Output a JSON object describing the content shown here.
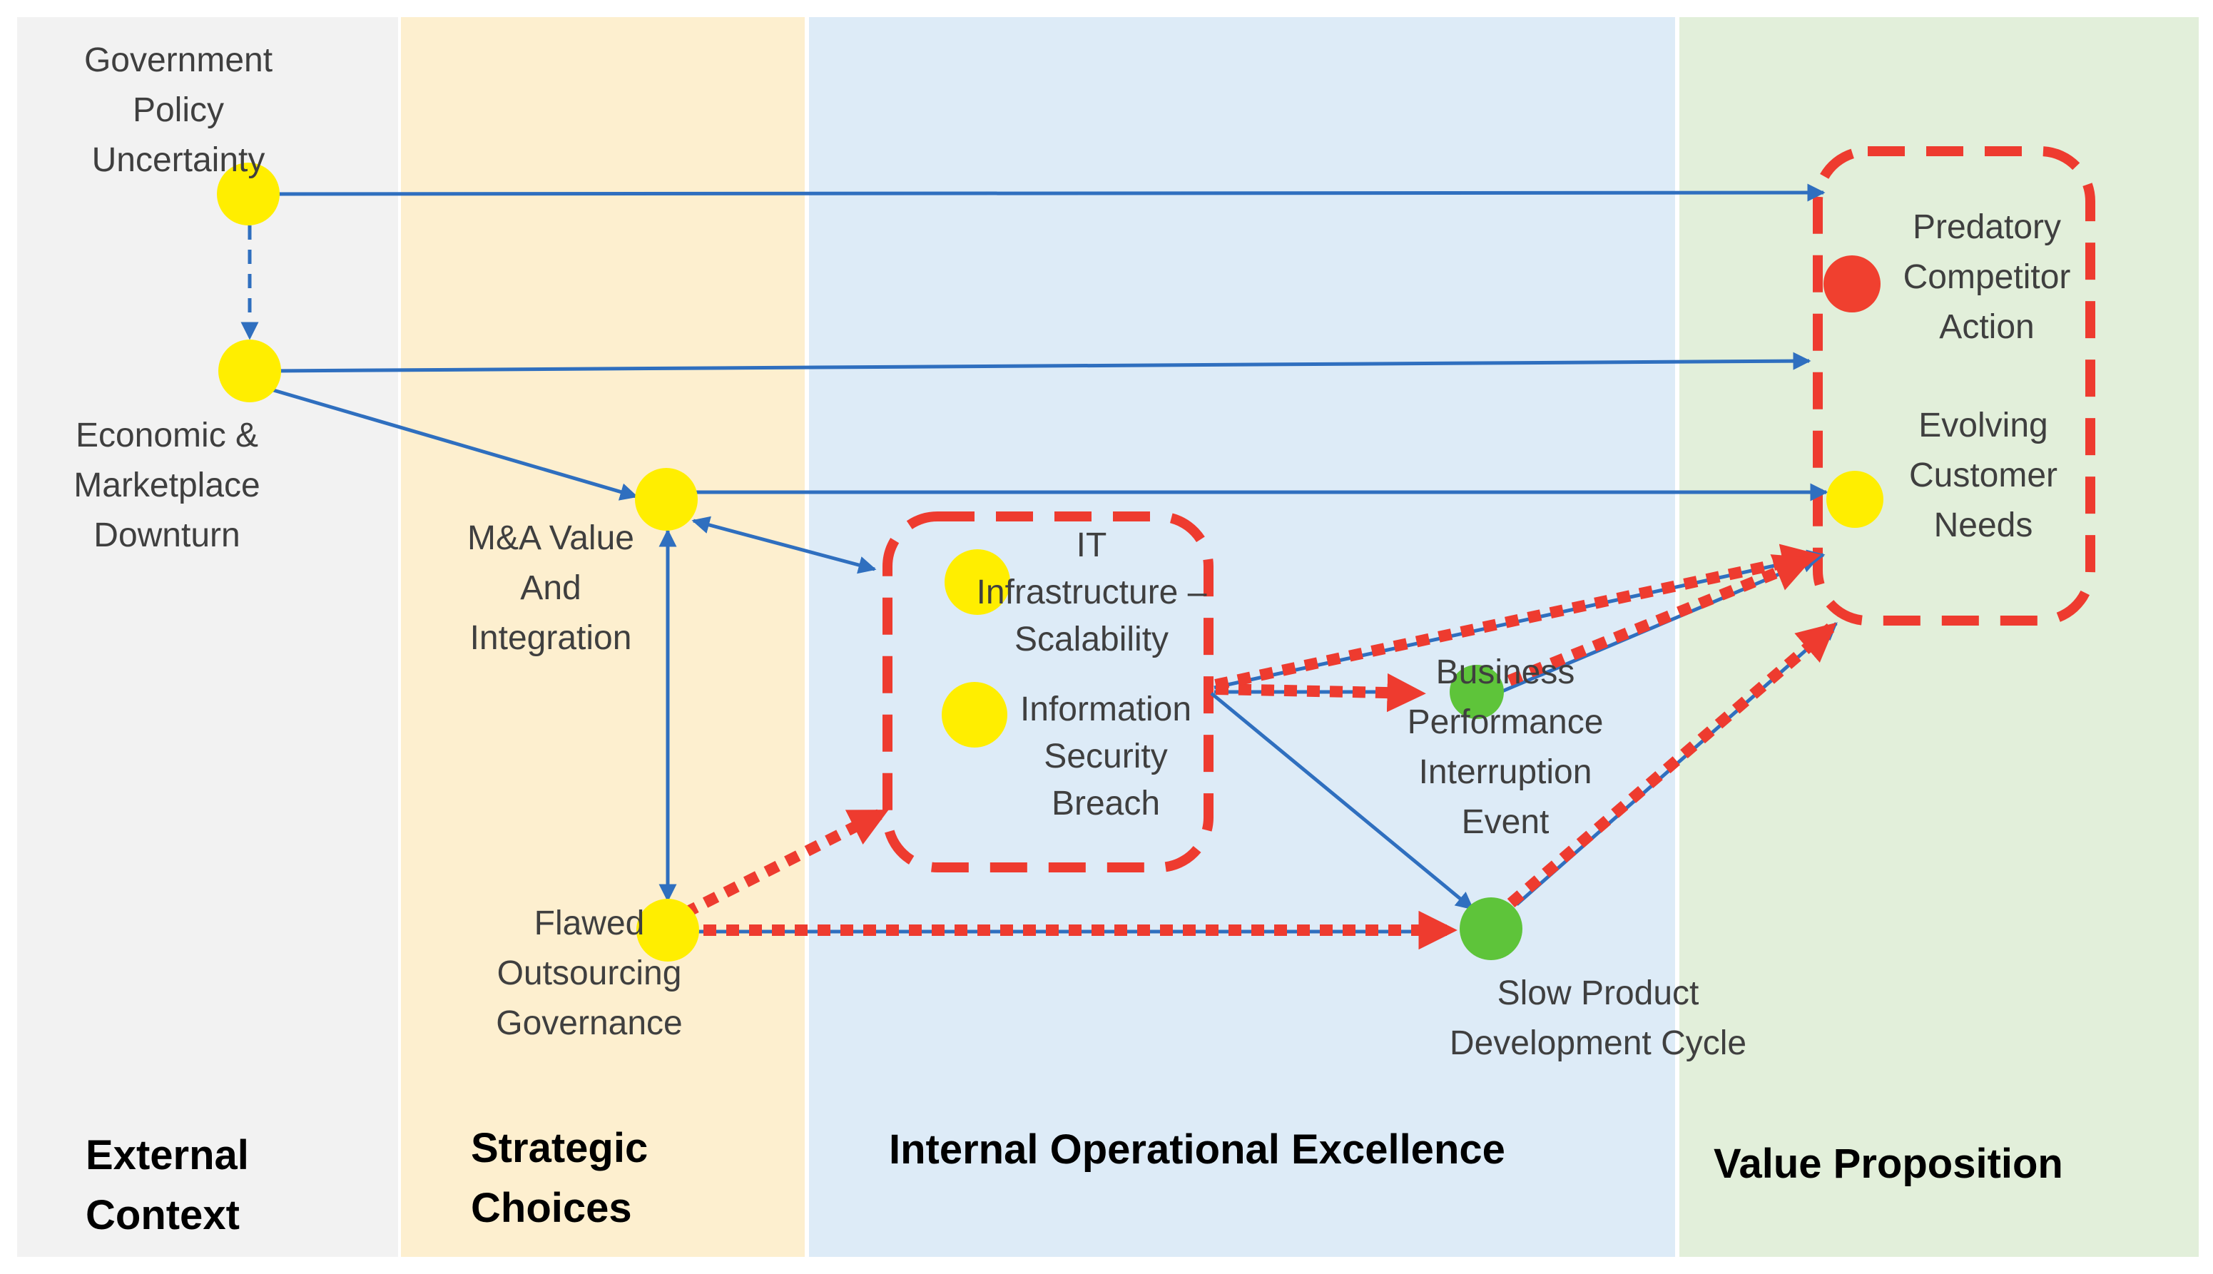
{
  "colors": {
    "external_context_bg": "#f2f2f2",
    "strategic_choices_bg": "#fdefcf",
    "internal_ops_bg": "#ddebf7",
    "value_proposition_bg": "#e2efda",
    "node_yellow": "#ffee00",
    "node_green": "#5ec43a",
    "node_red": "#f0402f",
    "arrow_blue": "#2f6fbf",
    "dashed_red": "#ee3b2f"
  },
  "columns": {
    "external_context": "External\nContext",
    "strategic_choices": "Strategic\nChoices",
    "internal_operational_excellence": "Internal Operational Excellence",
    "value_proposition": "Value Proposition"
  },
  "nodes": {
    "government_policy_uncertainty": {
      "label": "Government\nPolicy\nUncertainty",
      "status": "yellow"
    },
    "economic_marketplace_downturn": {
      "label": "Economic &\nMarketplace\nDownturn",
      "status": "yellow"
    },
    "ma_value_integration": {
      "label": "M&A Value\nAnd\nIntegration",
      "status": "yellow"
    },
    "flawed_outsourcing_governance": {
      "label": "Flawed\nOutsourcing\nGovernance",
      "status": "yellow"
    },
    "it_infrastructure_scalability": {
      "label": "IT\nInfrastructure –\nScalability",
      "status": "yellow"
    },
    "information_security_breach": {
      "label": "Information\nSecurity\nBreach",
      "status": "yellow"
    },
    "business_performance_interruption": {
      "label": "Business\nPerformance\nInterruption\nEvent",
      "status": "green"
    },
    "slow_product_development": {
      "label": "Slow Product\nDevelopment Cycle",
      "status": "green"
    },
    "predatory_competitor_action": {
      "label": "Predatory\nCompetitor\nAction",
      "status": "red"
    },
    "evolving_customer_needs": {
      "label": "Evolving\nCustomer\nNeeds",
      "status": "yellow"
    }
  }
}
